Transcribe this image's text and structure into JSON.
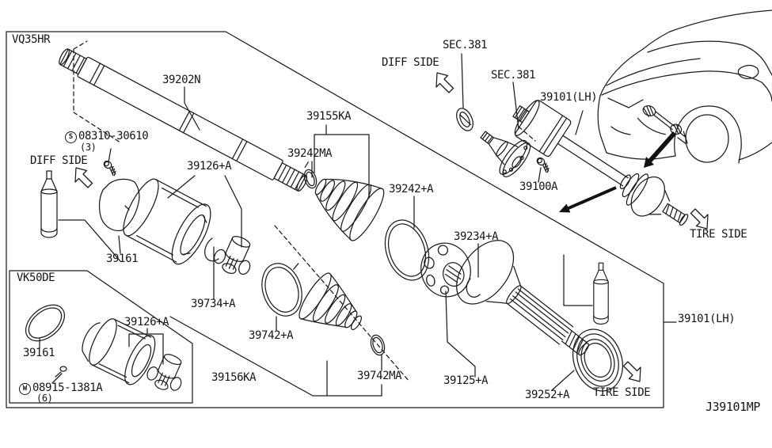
{
  "colors": {
    "line": "#1c1c1c",
    "background": "#ffffff"
  },
  "codes": {
    "engine_main": "VQ35HR",
    "engine_alt": "VK50DE",
    "diagram_id": "J39101MP"
  },
  "directions": {
    "diff_side_left": "DIFF SIDE",
    "diff_side_top": "DIFF SIDE",
    "tire_side_top": "TIRE SIDE",
    "tire_side_bottom": "TIRE SIDE"
  },
  "sections": {
    "ref_a": "SEC.381",
    "ref_b": "SEC.381"
  },
  "parts": {
    "shaft": "39202N",
    "bolt_s": {
      "symbol": "S",
      "number": "08310-30610",
      "qty": "(3)"
    },
    "washer_w": {
      "symbol": "W",
      "number": "08915-1381A",
      "qty": "(6)"
    },
    "inner_joint_main": "39126+A",
    "inner_joint_alt": "39126+A",
    "deflector_main": "39161",
    "deflector_alt": "39161",
    "spider_ring": "39734+A",
    "boot_band_inner": "39742+A",
    "boot_kit_inner": "39156KA",
    "boot_clamp_inner": "39742MA",
    "boot_kit_outer": "39155KA",
    "boot_clamp_outer": "39242MA",
    "boot_band_outer": "39242+A",
    "snap_ring": "39234+A",
    "joint_kit": "39125+A",
    "dust_shield": "39252+A",
    "shaft_assy_top": "39101(LH)",
    "shaft_assy_right": "39101(LH)",
    "bolt_plain": "39100A"
  }
}
